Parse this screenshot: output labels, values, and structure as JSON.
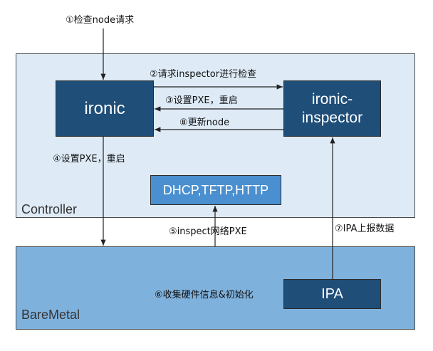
{
  "regions": {
    "controller": "Controller",
    "baremetal": "BareMetal"
  },
  "nodes": {
    "ironic": "ironic",
    "inspector": "ironic-\ninspector",
    "dhcp": "DHCP,TFTP,HTTP",
    "ipa": "IPA"
  },
  "steps": {
    "s1": "①检查node请求",
    "s2": "②请求inspector进行检查",
    "s3": "③设置PXE，重启",
    "s4": "④设置PXE，重启",
    "s5": "⑤inspect网络PXE",
    "s6": "⑥收集硬件信息&初始化",
    "s7": "⑦IPA上报数据",
    "s8": "⑧更新node"
  },
  "colors": {
    "controller_bg": "#deebf7",
    "baremetal_bg": "#7fb1dd",
    "dark_node": "#1f4e79",
    "dhcp_node": "#4a8fd0"
  }
}
